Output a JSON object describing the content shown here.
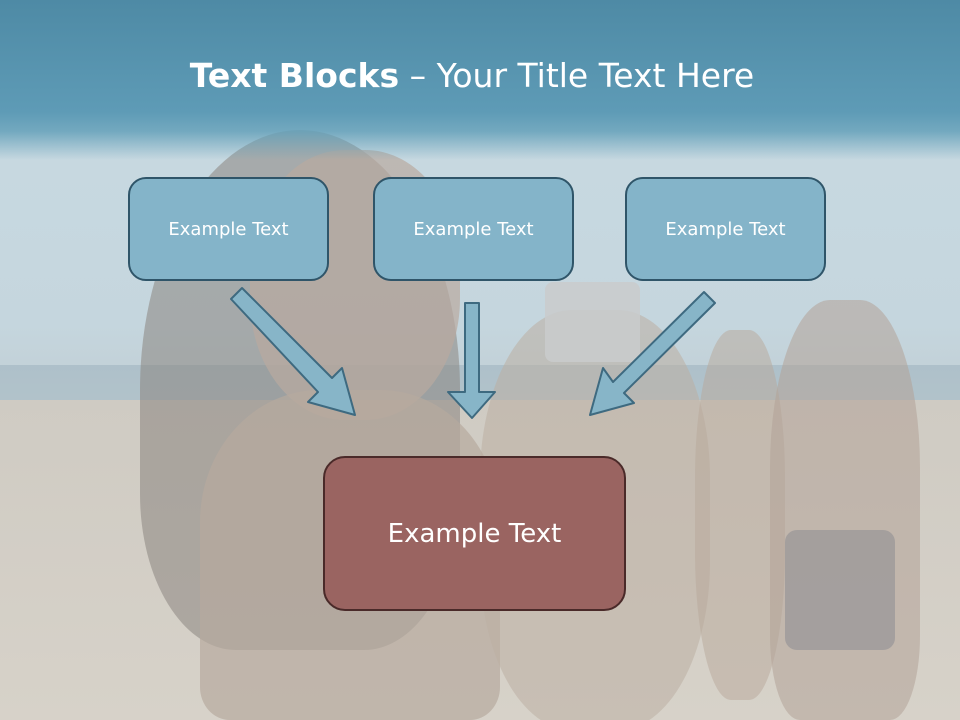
{
  "title": {
    "bold": "Text Blocks",
    "separator": " – ",
    "regular": "Your Title Text Here"
  },
  "blocks": [
    {
      "label": "Example Text"
    },
    {
      "label": "Example Text"
    },
    {
      "label": "Example Text"
    }
  ],
  "target": {
    "label": "Example Text"
  },
  "colors": {
    "title_band": "#5e9bb6",
    "block_fill": "#84b4c9",
    "block_border": "#2f5569",
    "target_fill": "#9a6461",
    "target_border": "#4a2a29",
    "arrow_fill": "#87b5c8",
    "arrow_stroke": "#3e6a80"
  }
}
